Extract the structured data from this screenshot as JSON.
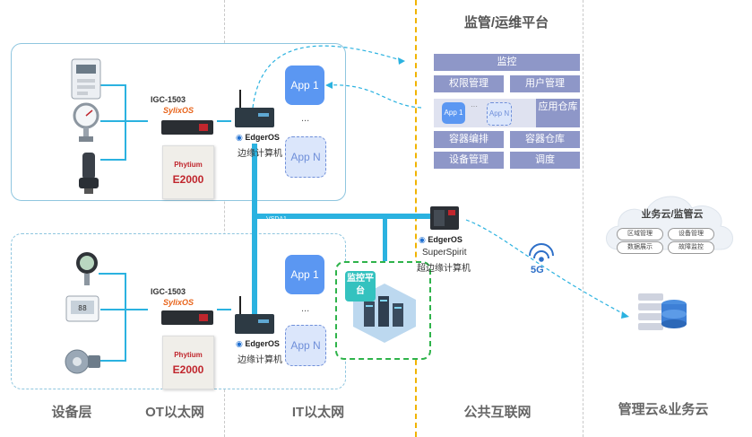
{
  "zones": {
    "device": "设备层",
    "ot": "OT以太网",
    "it": "IT以太网",
    "internet": "公共互联网",
    "cloud": "管理云&业务云"
  },
  "platform": {
    "title": "监管/运维平台",
    "monitor": "监控",
    "permission": "权限管理",
    "user": "用户管理",
    "app1": "App 1",
    "appn": "App N",
    "app_repo": "应用仓库",
    "container_orch": "容器编排",
    "container_repo": "容器仓库",
    "device_mgmt": "设备管理",
    "schedule": "调度"
  },
  "top_group": {
    "chip": "IGC-1503",
    "os": "SylixOS",
    "phytium_brand": "Phytium",
    "phytium_model": "E2000",
    "edge_os": "EdgerOS",
    "edge_name": "边缘计算机",
    "app1": "App 1",
    "dots": "...",
    "appn": "App N"
  },
  "bottom_group": {
    "chip": "IGC-1503",
    "os": "SylixOS",
    "phytium_brand": "Phytium",
    "phytium_model": "E2000",
    "edge_os": "EdgerOS",
    "edge_name": "边缘计算机",
    "app1": "App 1",
    "dots": "...",
    "appn": "App N"
  },
  "super": {
    "edge_os": "EdgerOS",
    "name1": "SuperSpirit",
    "name2": "超边缘计算机",
    "monitor_badge": "监控平台"
  },
  "network": {
    "vlan": "VSDA1",
    "fiveg": "5G"
  },
  "cloud": {
    "title": "业务云/监管云",
    "tag1": "区域管理",
    "tag2": "设备管理",
    "tag3": "数据展示",
    "tag4": "故障监控"
  },
  "colors": {
    "accent": "#2bb2e0",
    "platform_cell": "#8e97c8",
    "app": "#5b97f2",
    "phytium_red": "#c0262d",
    "green_dash": "#2eb34a",
    "gold_divider": "#f0b400"
  }
}
